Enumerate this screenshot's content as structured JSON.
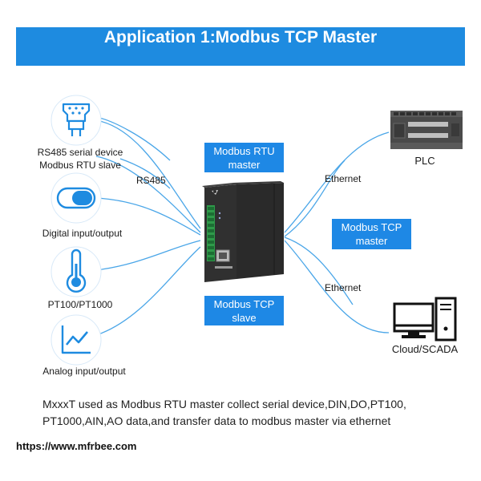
{
  "title": "Application 1:Modbus TCP Master",
  "left_devices": {
    "rs485_line1": "RS485 serial device",
    "rs485_line2": "Modbus RTU slave",
    "digital": "Digital input/output",
    "pt100": "PT100/PT1000",
    "analog": "Analog input/output"
  },
  "connection_labels": {
    "rs485": "RS485",
    "ethernet_top": "Ethernet",
    "ethernet_bottom": "Ethernet"
  },
  "role_boxes": {
    "rtu_master_line1": "Modbus RTU",
    "rtu_master_line2": "master",
    "tcp_slave_line1": "Modbus TCP",
    "tcp_slave_line2": "slave",
    "tcp_master_line1": "Modbus TCP",
    "tcp_master_line2": "master"
  },
  "right_devices": {
    "plc": "PLC",
    "cloud": "Cloud/SCADA"
  },
  "description_line1": "MxxxT used as Modbus RTU master collect serial device,DIN,DO,PT100,",
  "description_line2": "PT1000,AIN,AO data,and transfer data to modbus master via ethernet",
  "url": "https://www.mfrbee.com",
  "colors": {
    "accent": "#1e8be0",
    "wire": "#4aa6e8",
    "box": "#1e88e5"
  },
  "icons": [
    "serial-port-icon",
    "toggle-switch-icon",
    "thermometer-icon",
    "chart-line-icon",
    "plc-icon",
    "computer-icon",
    "io-module-device"
  ]
}
